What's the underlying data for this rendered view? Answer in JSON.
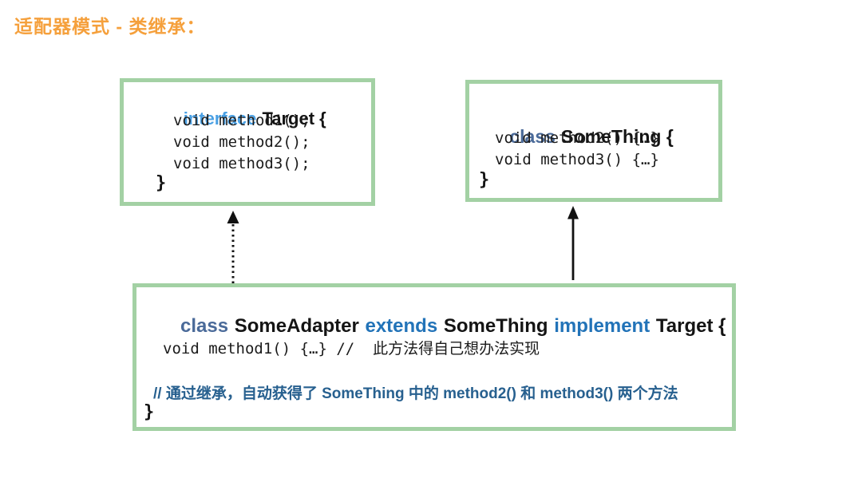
{
  "title": "适配器模式 - 类继承：",
  "colors": {
    "title_orange": "#F5A03C",
    "box_border_green": "#A3D1A4",
    "interface_keyword_blue": "#4AA0E4",
    "class_keyword_slate": "#4A6A99",
    "extends_implement_blue": "#2273B8",
    "comment_dark_blue": "#27608F",
    "code_text": "#1b1b1b",
    "arrow_black": "#111111"
  },
  "target_box": {
    "keyword": "interface",
    "name": "Target {",
    "lines": [
      "void method1();",
      "void method2();",
      "void method3();"
    ],
    "close_brace": "}"
  },
  "something_box": {
    "keyword": "class",
    "name": "SomeThing {",
    "lines": [
      "void method2() {…}",
      "void method3() {…}"
    ],
    "close_brace": "}"
  },
  "adapter_box": {
    "header": {
      "kw_class": "class",
      "class_name": "SomeAdapter",
      "kw_extends": "extends",
      "parent_name": "SomeThing",
      "kw_implement": "implement",
      "interface_name": "Target {"
    },
    "code_line": "void method1() {…} //  此方法得自己想办法实现",
    "comment_line": "// 通过继承，自动获得了 SomeThing 中的 method2() 和 method3() 两个方法",
    "close_brace": "}"
  },
  "arrows": {
    "to_target": {
      "style": "dotted",
      "direction": "up"
    },
    "to_something": {
      "style": "solid",
      "direction": "up"
    }
  }
}
